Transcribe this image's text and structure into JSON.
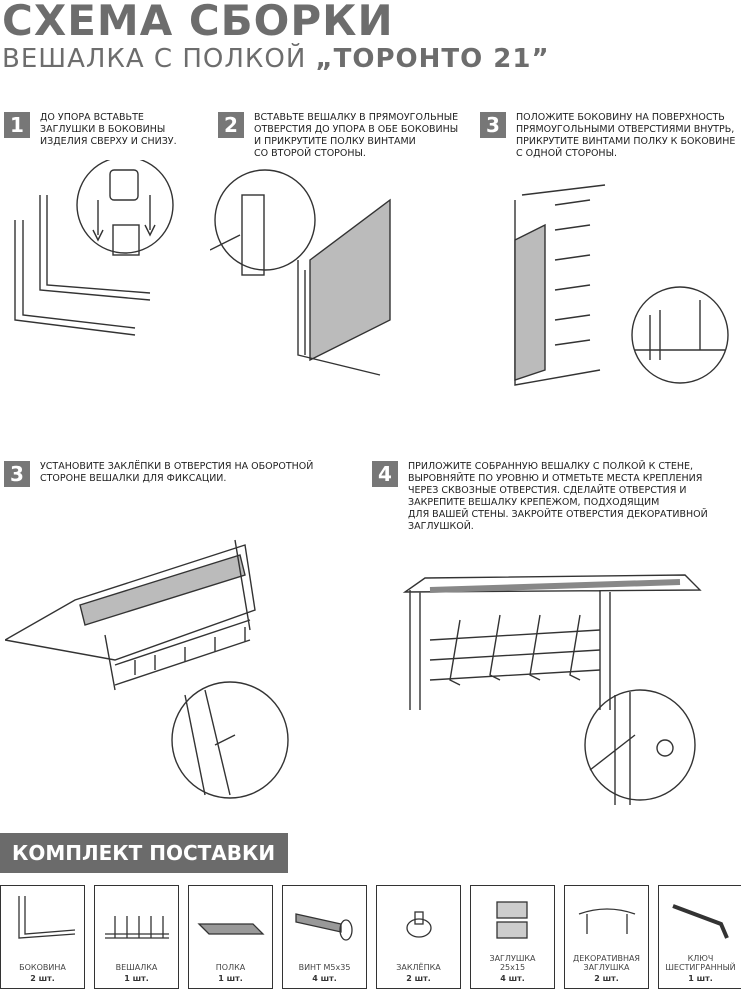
{
  "title": "СХЕМА СБОРКИ",
  "subtitle": {
    "product": "ВЕШАЛКА С ПОЛКОЙ",
    "model": "„ТОРОНТО 21”"
  },
  "steps": [
    {
      "number": "1",
      "text": "ДО УПОРА ВСТАВЬТЕ\nЗАГЛУШКИ В БОКОВИНЫ\nИЗДЕЛИЯ СВЕРХУ И СНИЗУ."
    },
    {
      "number": "2",
      "text": "ВСТАВЬТЕ  ВЕШАЛКУ В ПРЯМОУГОЛЬНЫЕ\nОТВЕРСТИЯ ДО УПОРА В ОБЕ БОКОВИНЫ\nИ ПРИКРУТИТЕ ПОЛКУ ВИНТАМИ\nСО ВТОРОЙ СТОРОНЫ."
    },
    {
      "number": "3",
      "text": "ПОЛОЖИТЕ БОКОВИНУ НА ПОВЕРХНОСТЬ\nПРЯМОУГОЛЬНЫМИ ОТВЕРСТИЯМИ ВНУТРЬ,\nПРИКРУТИТЕ ВИНТАМИ ПОЛКУ К БОКОВИНЕ\nС ОДНОЙ СТОРОНЫ."
    },
    {
      "number": "3",
      "text": "УСТАНОВИТЕ ЗАКЛЁПКИ В ОТВЕРСТИЯ НА ОБОРОТНОЙ\nСТОРОНЕ ВЕШАЛКИ ДЛЯ ФИКСАЦИИ."
    },
    {
      "number": "4",
      "text": "ПРИЛОЖИТЕ СОБРАННУЮ ВЕШАЛКУ С ПОЛКОЙ К СТЕНЕ,\nВЫРОВНЯЙТЕ ПО УРОВНЮ И ОТМЕТЬТЕ МЕСТА КРЕПЛЕНИЯ\nЧЕРЕЗ СКВОЗНЫЕ ОТВЕРСТИЯ.  СДЕЛАЙТЕ ОТВЕРСТИЯ И\nЗАКРЕПИТЕ ВЕШАЛКУ КРЕПЕЖОМ, ПОДХОДЯЩИМ\nДЛЯ ВАШЕЙ СТЕНЫ. ЗАКРОЙТЕ ОТВЕРСТИЯ ДЕКОРАТИВНОЙ\nЗАГЛУШКОЙ."
    }
  ],
  "kit_title": "КОМПЛЕКТ ПОСТАВКИ",
  "parts": [
    {
      "name": "БОКОВИНА",
      "qty": "2 шт."
    },
    {
      "name": "ВЕШАЛКА",
      "qty": "1 шт."
    },
    {
      "name": "ПОЛКА",
      "qty": "1 шт."
    },
    {
      "name": "ВИНТ M5x35",
      "qty": "4 шт."
    },
    {
      "name": "ЗАКЛЁПКА",
      "qty": "2 шт."
    },
    {
      "name": "ЗАГЛУШКА\n25x15",
      "qty": "4 шт."
    },
    {
      "name": "ДЕКОРАТИВНАЯ\nЗАГЛУШКА",
      "qty": "2 шт."
    },
    {
      "name": "КЛЮЧ\nШЕСТИГРАННЫЙ",
      "qty": "1 шт."
    }
  ]
}
